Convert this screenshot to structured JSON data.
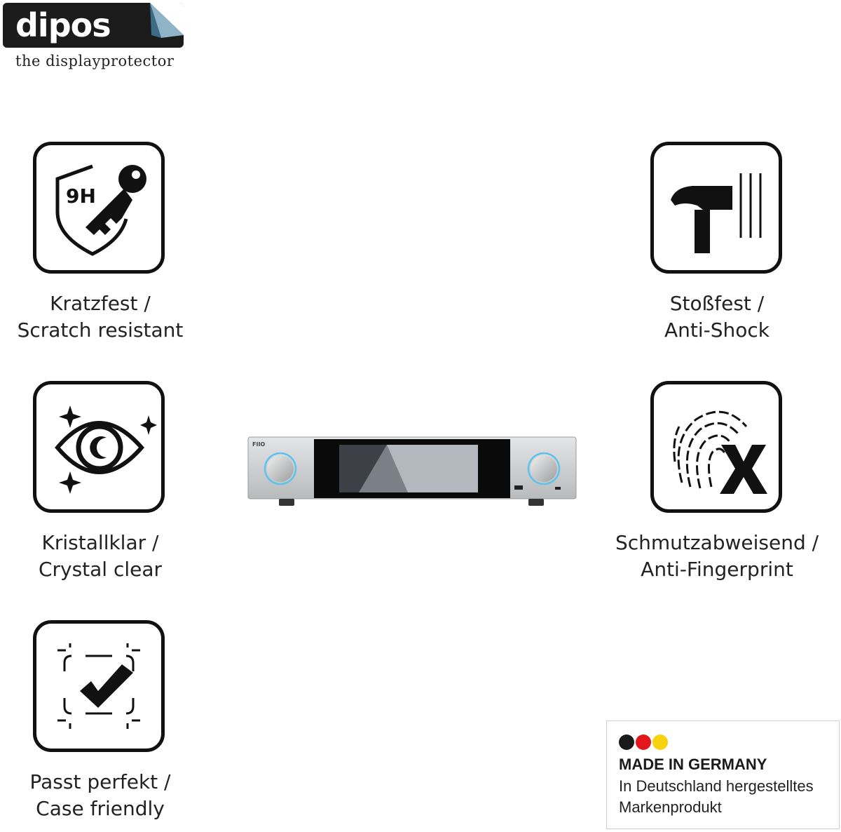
{
  "brand": {
    "logo_text": "dipos",
    "tagline": "the displayprotector"
  },
  "features": [
    {
      "icon": "scratch-shield-key-icon",
      "line1": "Kratzfest /",
      "line2": "Scratch resistant",
      "icon_label": "9H"
    },
    {
      "icon": "hammer-icon",
      "line1": "Stoßfest /",
      "line2": "Anti-Shock"
    },
    {
      "icon": "eye-sparkle-icon",
      "line1": "Kristallklar /",
      "line2": "Crystal clear"
    },
    {
      "icon": "fingerprint-x-icon",
      "line1": "Schmutzabweisend /",
      "line2": "Anti-Fingerprint"
    },
    {
      "icon": "checkmark-frame-icon",
      "line1": "Passt perfekt /",
      "line2": "Case friendly"
    }
  ],
  "device": {
    "brand_label": "FIIO"
  },
  "made_in_germany": {
    "title": "MADE IN GERMANY",
    "line1": "In Deutschland hergestelltes",
    "line2": "Markenprodukt",
    "flag_colors": [
      "#1a1a1a",
      "#e3161b",
      "#f6d30c"
    ]
  },
  "colors": {
    "logo_bg": "#1b1b1b",
    "icon_stroke": "#111111",
    "device_silver": "#c9cbcd",
    "device_screen": "#0a0a0a"
  }
}
